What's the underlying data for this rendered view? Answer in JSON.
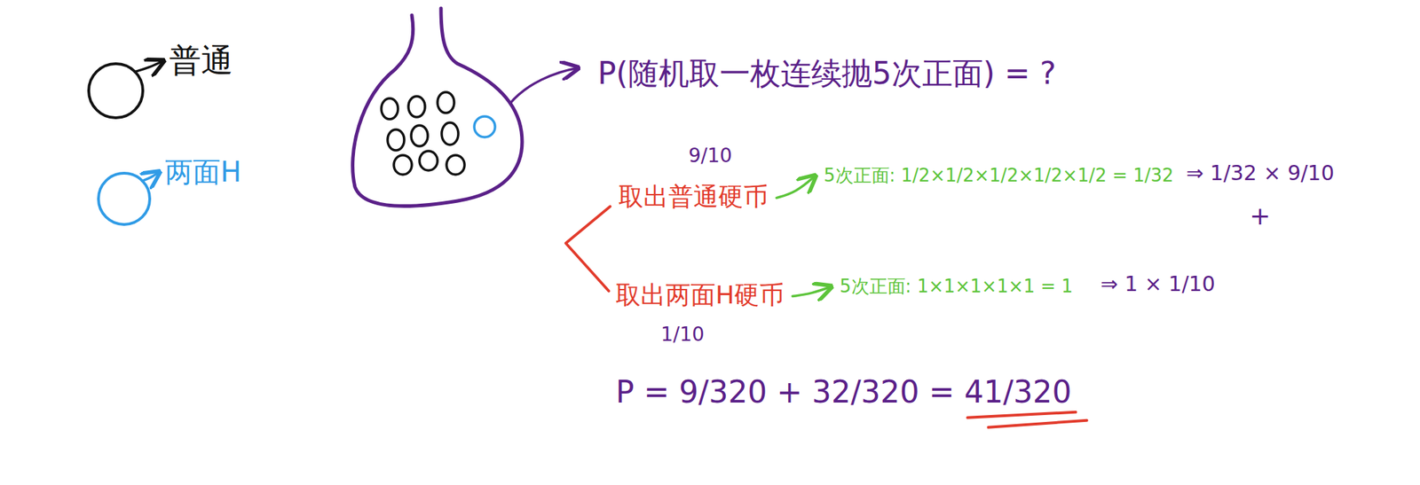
{
  "diagram": {
    "labels": [
      "P(随机取一枚连续抛5次正面) = ?",
      "9/10",
      "取出普通硬币",
      "5次正面: 1/2×1/2×1/2×1/2×1/2 = 1/32",
      "⇒ 1/32 × 9/10",
      "+",
      "取出两面H硬币",
      "1/10",
      "5次正面: 1×1×1×1×1 = 1",
      "⇒ 1 × 1/10",
      "P = 9/320 + 32/320 = 41/320"
    ],
    "legend": [
      {
        "text": "普通"
      },
      {
        "text": "两面H"
      }
    ]
  }
}
